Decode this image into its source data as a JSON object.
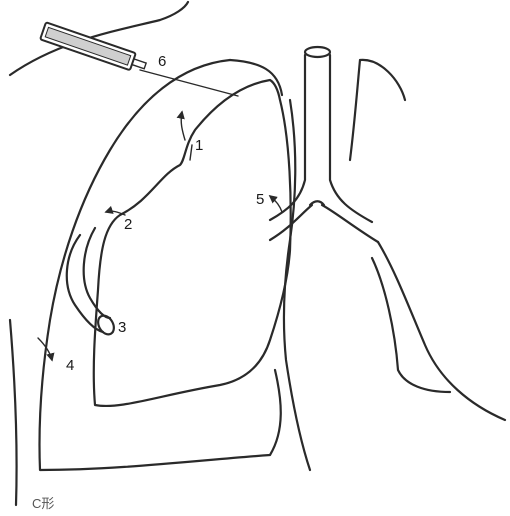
{
  "labels": {
    "m1": "1",
    "m2": "2",
    "m3": "3",
    "m4": "4",
    "m5": "5",
    "m6": "6"
  },
  "corner_mark": "C形"
}
